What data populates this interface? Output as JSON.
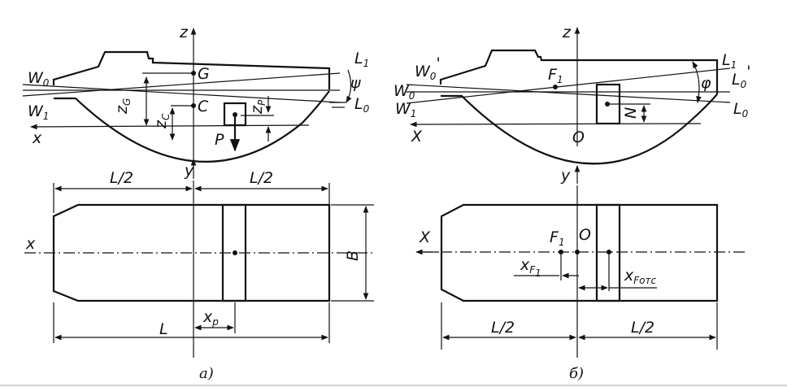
{
  "diagram_a": {
    "caption": "а)",
    "side": {
      "axis_z": "z",
      "axis_x": "x",
      "G": "G",
      "C": "C",
      "P": "P",
      "zG": "z",
      "zG_sub": "G",
      "zC": "z",
      "zC_sub": "C",
      "zP": "z",
      "zP_sub": "P",
      "W0": "W",
      "W0_sub": "0",
      "W1": "W",
      "W1_sub": "1",
      "L0": "L",
      "L0_sub": "0",
      "L1": "L",
      "L1_sub": "1",
      "psi": "ψ"
    },
    "plan": {
      "axis_y": "y",
      "axis_x": "x",
      "half_left": "L/2",
      "half_right": "L/2",
      "L": "L",
      "B": "B",
      "xp": "x",
      "xp_sub": "p"
    }
  },
  "diagram_b": {
    "caption": "б)",
    "side": {
      "axis_z": "z",
      "axis_x": "X",
      "F1": "F",
      "F1_sub": "1",
      "O": "O",
      "N": "N",
      "W0p": "W",
      "W0p_sub": "0",
      "W0p_prime": "'",
      "W0": "W",
      "W0_sub": "0",
      "W1": "W",
      "W1_sub": "1",
      "L1": "L",
      "L1_sub": "1",
      "L0p": "L",
      "L0p_sub": "0",
      "L0p_prime": "'",
      "L0": "L",
      "L0_sub": "0",
      "phi": "φ"
    },
    "plan": {
      "axis_y": "y",
      "axis_x": "X",
      "F1": "F",
      "F1_sub": "1",
      "O": "O",
      "xF1": "x",
      "xF1_sub": "F",
      "xF1_sub2": "1",
      "xFotc": "x",
      "xFotc_sub": "Fотс",
      "half_left": "L/2",
      "half_right": "L/2"
    }
  }
}
